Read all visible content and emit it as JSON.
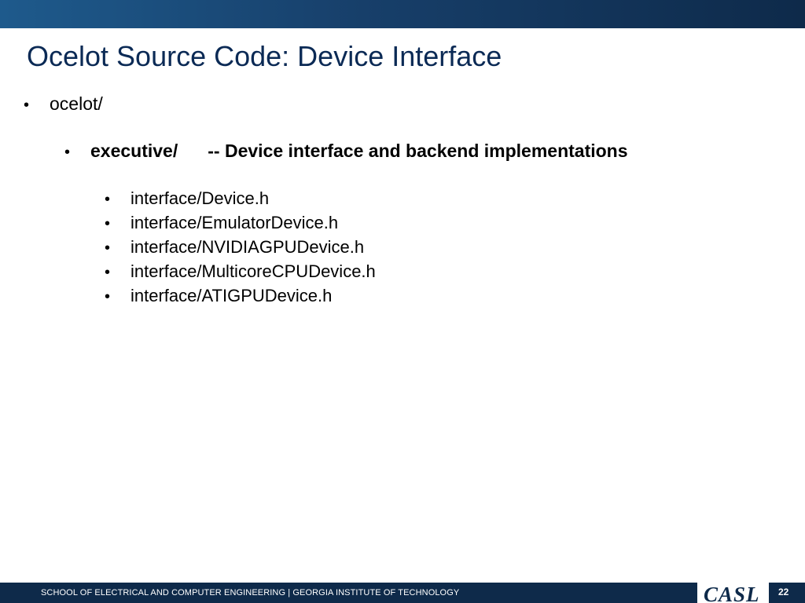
{
  "slide": {
    "title": "Ocelot Source Code: Device Interface",
    "bullet_symbol": "•",
    "level1": {
      "text": "ocelot/"
    },
    "level2": {
      "dir": "executive/",
      "description": "-- Device interface and backend implementations"
    },
    "level3": [
      "interface/Device.h",
      "interface/EmulatorDevice.h",
      "interface/NVIDIAGPUDevice.h",
      "interface/MulticoreCPUDevice.h",
      "interface/ATIGPUDevice.h"
    ]
  },
  "footer": {
    "text": "SCHOOL OF ELECTRICAL AND COMPUTER ENGINEERING | GEORGIA INSTITUTE OF TECHNOLOGY",
    "logo_text": "CASL",
    "page_number": "22"
  },
  "colors": {
    "header_band": "#173f6a",
    "footer_band": "#0e2a4a",
    "title": "#0b2a55"
  }
}
